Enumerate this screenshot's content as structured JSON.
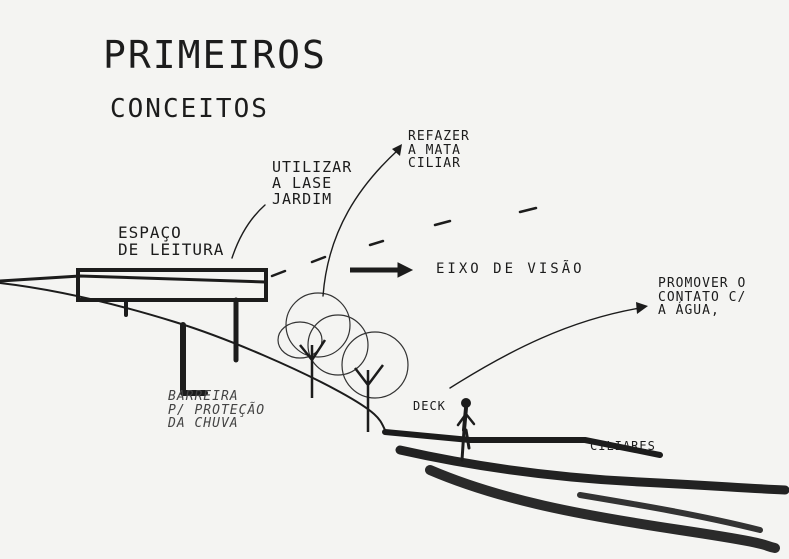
{
  "sketch": {
    "title": "PRIMEIROS",
    "subtitle": "CONCEITOS",
    "labels": {
      "refazer": "REFAZER\nA MATA\nCILIAR",
      "utilizar": "UTILIZAR\nA LASE\nJARDIM",
      "espaco": "ESPAÇO\nDE LEITURA",
      "eixo": "EIXO DE VISÃO",
      "promover": "PROMOVER O\nCONTATO C/\nA ÁGUA,",
      "deck": "DECK",
      "barreira": "BARREIRA\nP/ PROTEÇÃO\nDA CHUVA",
      "ciliares": "CILIARES"
    },
    "colors": {
      "ink": "#1c1c1c",
      "paper": "#f4f4f2"
    }
  }
}
